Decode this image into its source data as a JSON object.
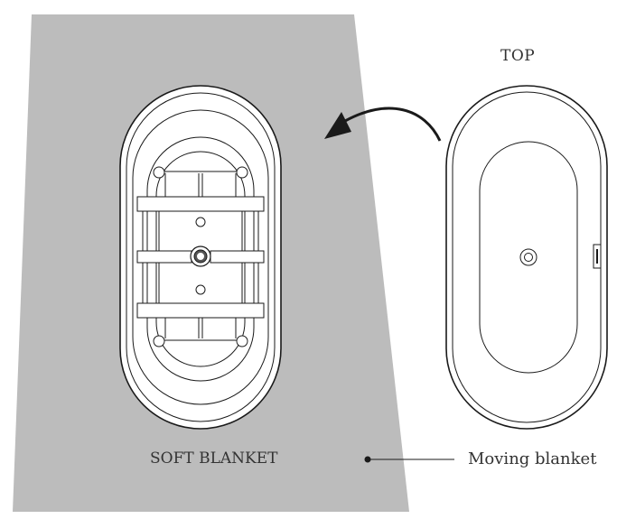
{
  "labels": {
    "top": "TOP",
    "soft_blanket": "SOFT BLANKET",
    "moving_blanket": "Moving blanket"
  },
  "colors": {
    "blanket_fill": "#bcbcbc",
    "tub_fill": "#ffffff",
    "line": "#1a1a1a",
    "label_text": "#333333"
  },
  "icons": {
    "rotate_arrow": "curved-arrow-left",
    "leader_dot": "bullet-dot"
  }
}
